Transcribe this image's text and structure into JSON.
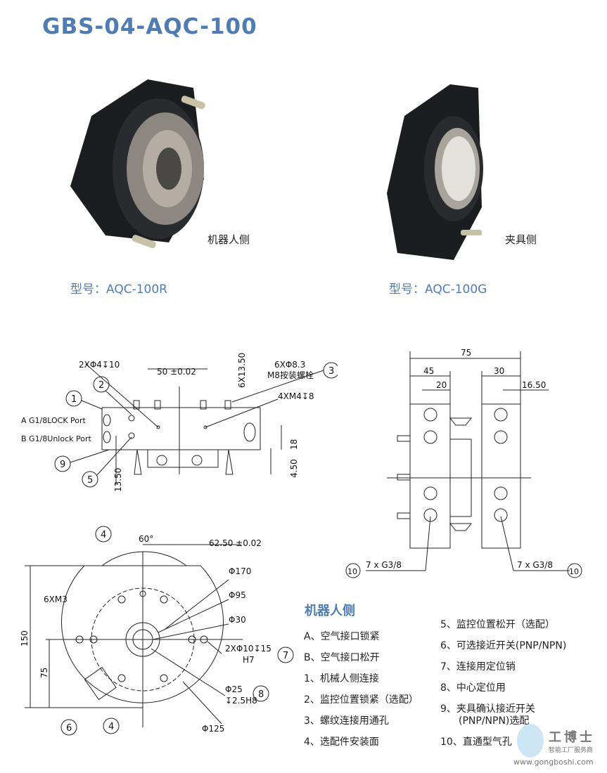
{
  "title": "GBS-04-AQC-100",
  "photos": [
    {
      "side_label": "机器人侧",
      "model": "型号：AQC-100R"
    },
    {
      "side_label": "夹具侧",
      "model": "型号：AQC-100G"
    }
  ],
  "side_view": {
    "dim_hole": "2XΦ4↧10",
    "dim_50": "50 ±0.02",
    "dim_6x1350": "6X13.50",
    "dim_bolt_1": "6XΦ8.3",
    "dim_bolt_2": "M8按装螺栓",
    "dim_m4": "4XM4↧8",
    "port_a": "A G1/8LOCK Port",
    "port_b": "B G1/8Unlock Port",
    "dim_18": "18",
    "dim_450": "4.50",
    "dim_1350": "13.50",
    "callouts": [
      "1",
      "2",
      "3",
      "5",
      "9"
    ]
  },
  "right_view": {
    "dim_75": "75",
    "dim_45": "45",
    "dim_30": "30",
    "dim_20": "20",
    "dim_1650": "16.50",
    "port_left": "7 x  G3/8",
    "port_right": "7 x  G3/8",
    "callout": "10"
  },
  "front_view": {
    "angle": "60°",
    "dim_6250": "62.50 ±0.02",
    "d170": "Φ170",
    "d95": "Φ95",
    "d30": "Φ30",
    "pin_1": "2XΦ10↧15",
    "pin_2": "H7",
    "d25": "Φ25",
    "d25_depth": "↧2.5H8",
    "d125": "Φ125",
    "m3": "6XM3",
    "dim_150": "150",
    "dim_75": "75",
    "callouts": [
      "4",
      "4",
      "6",
      "7",
      "8"
    ]
  },
  "legend": {
    "title": "机器人侧",
    "left": [
      "A、空气接口锁紧",
      "B、空气接口松开",
      "1、机械人侧连接",
      "2、监控位置锁紧（选配）",
      "3、螺纹连接用通孔",
      "4、选配件安装面"
    ],
    "right": [
      "5、监控位置松开（选配）",
      "6、可选接近开关(PNP/NPN)",
      "7、连接用定位销",
      "8、中心定位用",
      "9、夹具确认接近开关",
      "(PNP/NPN)选配",
      "10、直通型气孔"
    ]
  },
  "watermark": {
    "brand": "工博士",
    "tagline": "智能工厂服务商",
    "url": "www.gongboshi.com"
  },
  "colors": {
    "accent": "#4f7db3",
    "body": "#1e1f22"
  }
}
